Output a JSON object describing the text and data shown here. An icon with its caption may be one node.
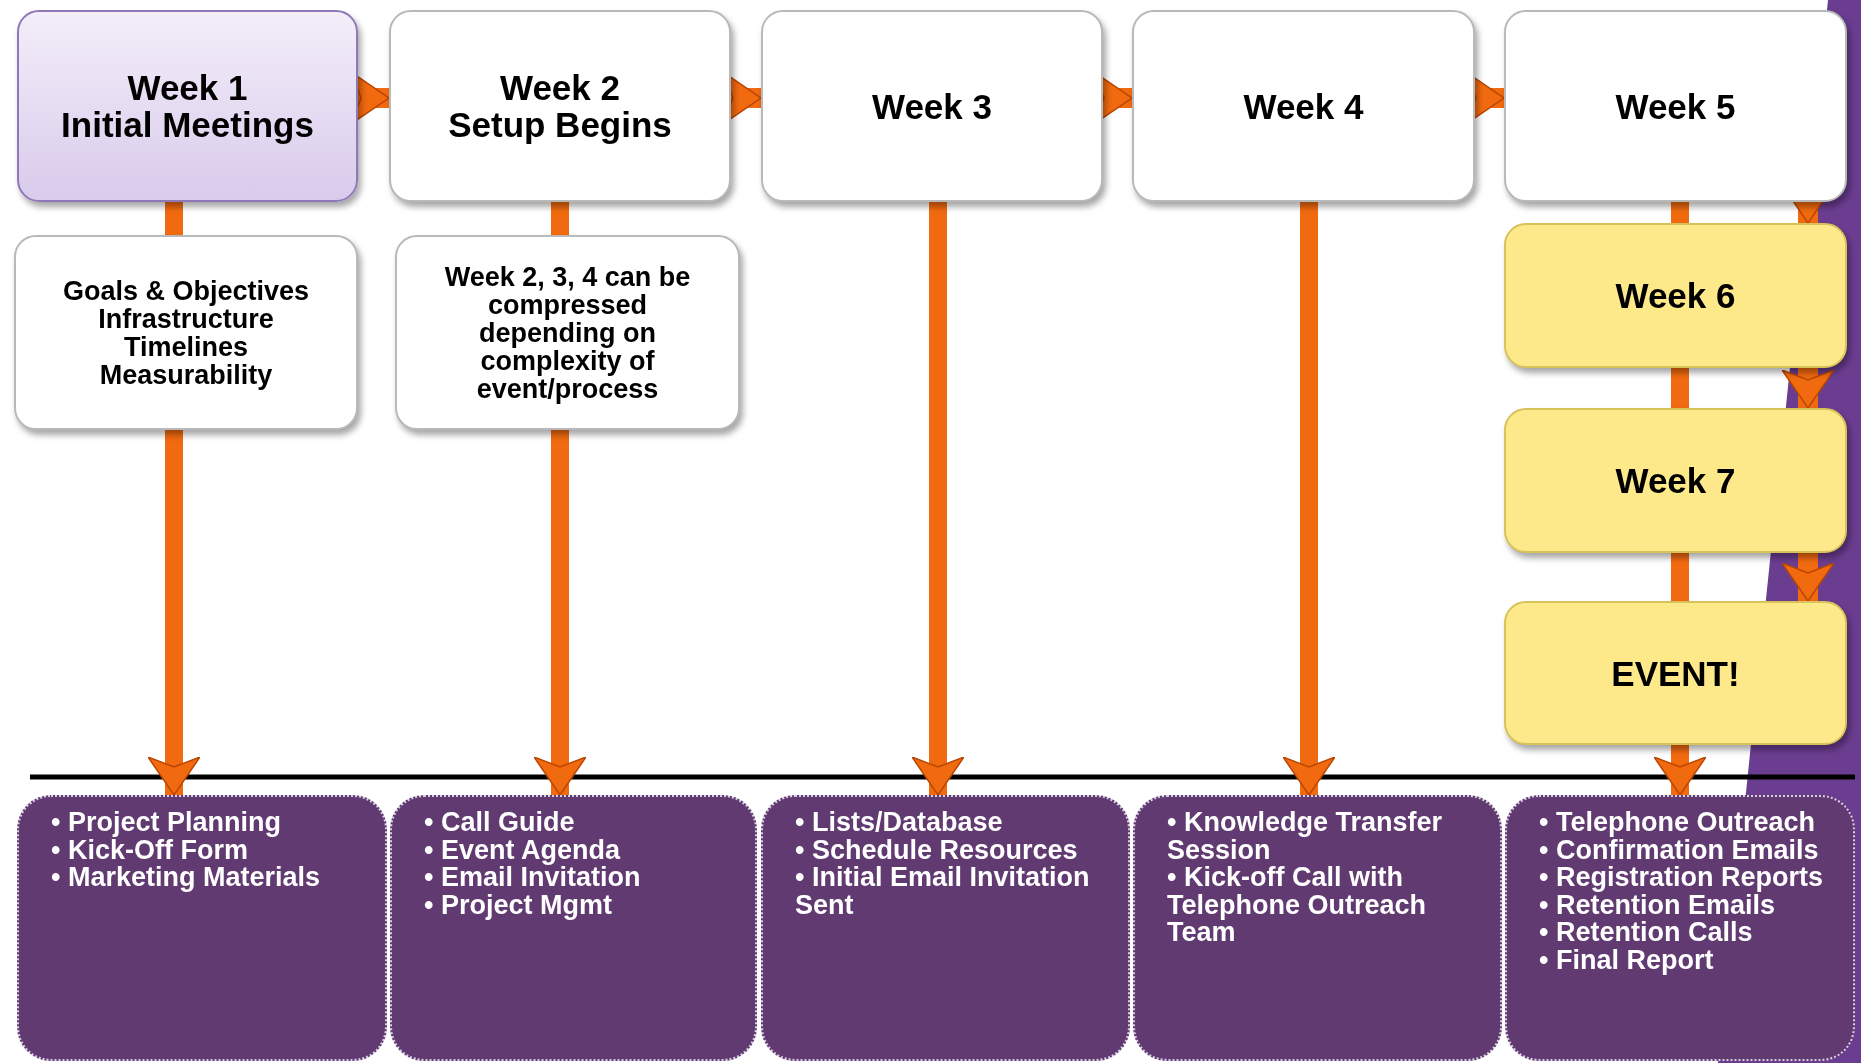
{
  "diagram": {
    "nodes": [
      {
        "text": [
          "Week 1",
          "Initial Meetings"
        ]
      },
      {
        "text": [
          "Week 2",
          "Setup Begins"
        ]
      },
      {
        "text": [
          "Week 3"
        ]
      },
      {
        "text": [
          "Week 4"
        ]
      },
      {
        "text": [
          "Week 5"
        ]
      },
      {
        "text": [
          "Week 6"
        ]
      },
      {
        "text": [
          "Week 7"
        ]
      },
      {
        "text": [
          "EVENT!"
        ]
      },
      {
        "text": [
          "Goals & Objectives",
          "Infrastructure",
          "Timelines",
          "Measurability"
        ]
      },
      {
        "text": [
          "Week 2, 3, 4 can be compressed depending on complexity of event/process"
        ]
      },
      {
        "text": [
          "• Project Planning",
          "• Kick-Off Form",
          "• Marketing Materials"
        ]
      },
      {
        "text": [
          "• Call Guide",
          "• Event Agenda",
          "• Email Invitation",
          "• Project Mgmt"
        ]
      },
      {
        "text": [
          "• Lists/Database",
          "• Schedule Resources",
          "• Initial Email Invitation Sent"
        ]
      },
      {
        "text": [
          "• Knowledge Transfer Session",
          "•  Kick-off Call with Telephone Outreach Team"
        ]
      },
      {
        "text": [
          "• Telephone Outreach",
          "• Confirmation Emails",
          "• Registration Reports",
          "• Retention Emails",
          "• Retention Calls",
          "• Final Report"
        ]
      }
    ],
    "edges": [
      {
        "from": 0,
        "to": 1,
        "arrow": "to"
      },
      {
        "from": 1,
        "to": 2,
        "arrow": "to"
      },
      {
        "from": 2,
        "to": 3,
        "arrow": "to"
      },
      {
        "from": 3,
        "to": 4,
        "arrow": "to"
      },
      {
        "from": 4,
        "to": 5,
        "arrow": "to"
      },
      {
        "from": 5,
        "to": 6,
        "arrow": "to"
      },
      {
        "from": 6,
        "to": 7,
        "arrow": "to"
      },
      {
        "from": 0,
        "to": 8,
        "arrow": "none"
      },
      {
        "from": 8,
        "to": 10,
        "arrow": "to"
      },
      {
        "from": 1,
        "to": 9,
        "arrow": "none"
      },
      {
        "from": 9,
        "to": 11,
        "arrow": "to"
      },
      {
        "from": 2,
        "to": 12,
        "arrow": "to"
      },
      {
        "from": 3,
        "to": 13,
        "arrow": "to"
      },
      {
        "from": 4,
        "to": 5,
        "arrow": "none"
      },
      {
        "from": 5,
        "to": 6,
        "arrow": "none"
      },
      {
        "from": 6,
        "to": 7,
        "arrow": "none"
      },
      {
        "from": 7,
        "to": 14,
        "arrow": "to"
      }
    ]
  }
}
